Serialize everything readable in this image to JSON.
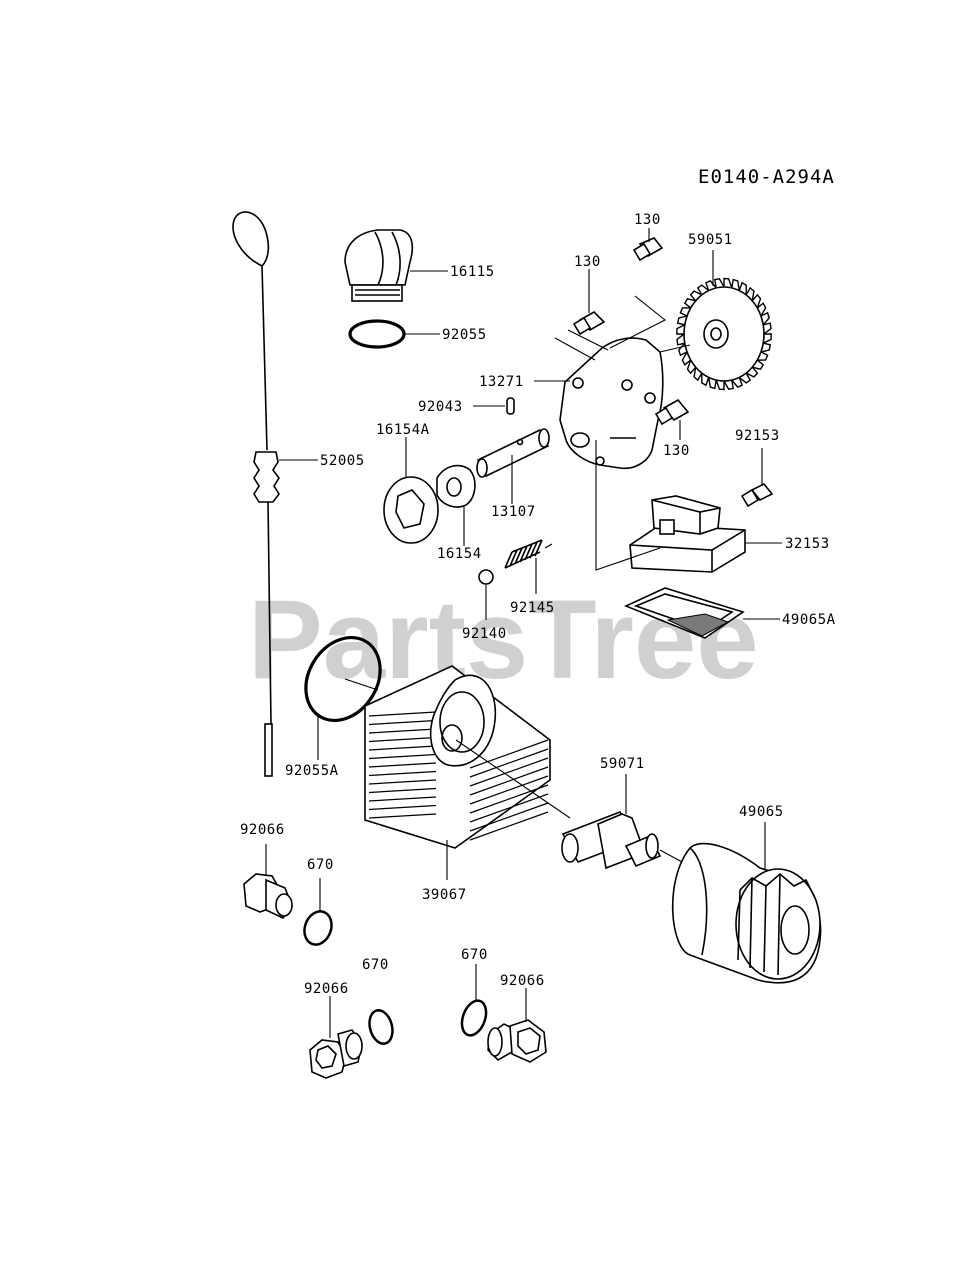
{
  "diagram_code": "E0140-A294A",
  "watermark": "PartsTree",
  "callouts": {
    "p16115": "16115",
    "p92055": "92055",
    "p130a": "130",
    "p130b": "130",
    "p130c": "130",
    "p59051": "59051",
    "p13271": "13271",
    "p92043": "92043",
    "p16154A": "16154A",
    "p52005": "52005",
    "p13107": "13107",
    "p16154": "16154",
    "p92153": "92153",
    "p32153": "32153",
    "p92145": "92145",
    "p92140": "92140",
    "p49065A": "49065A",
    "p92055A": "92055A",
    "p59071": "59071",
    "p49065": "49065",
    "p92066a": "92066",
    "p670a": "670",
    "p39067": "39067",
    "p670b": "670",
    "p670c": "670",
    "p92066b": "92066",
    "p92066c": "92066"
  }
}
